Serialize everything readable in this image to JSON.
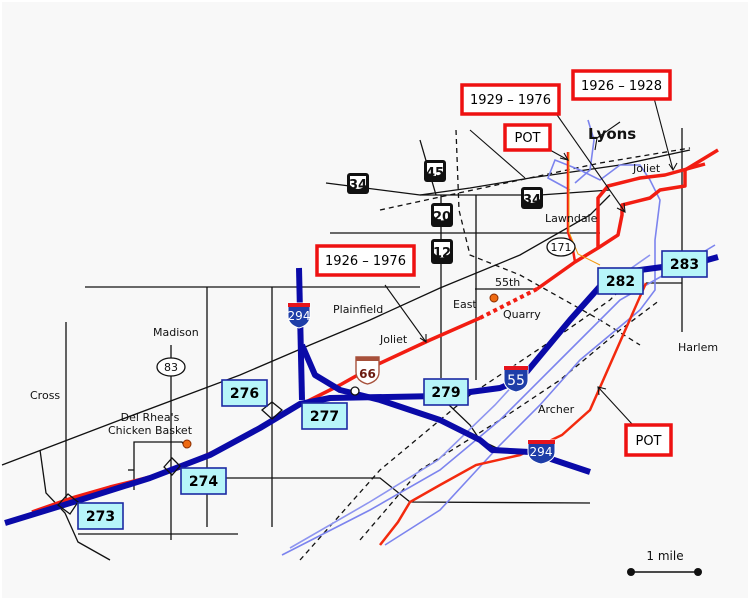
{
  "map": {
    "title_places": {
      "lyons": "Lyons"
    },
    "street_labels": {
      "joliet_north": "Joliet",
      "lawndale": "Lawndale",
      "fifty_fifth": "55th",
      "east": "East",
      "quarry": "Quarry",
      "plainfield": "Plainfield",
      "joliet_mid": "Joliet",
      "madison": "Madison",
      "cross": "Cross",
      "harlem": "Harlem",
      "archer": "Archer",
      "del_rheas_line1": "Del Rhea's",
      "del_rheas_line2": "Chicken Basket"
    },
    "era_callouts": [
      {
        "id": "pot_north",
        "label": "POT"
      },
      {
        "id": "era_1929_1976",
        "label": "1929 – 1976"
      },
      {
        "id": "era_1926_1928",
        "label": "1926 – 1928"
      },
      {
        "id": "era_1926_1976",
        "label": "1926 – 1976"
      },
      {
        "id": "pot_south",
        "label": "POT"
      }
    ],
    "us_routes": [
      "34",
      "45",
      "34",
      "20",
      "12"
    ],
    "state_routes": [
      "171",
      "83"
    ],
    "interstates": [
      "294",
      "55",
      "294"
    ],
    "historic_route": "66",
    "exits": [
      "273",
      "274",
      "276",
      "277",
      "279",
      "282",
      "283"
    ],
    "scale": {
      "label": "1 mile"
    },
    "colors": {
      "background": "#f8f8f8",
      "interstate": "#0a0aa8",
      "route66": "#f21d12",
      "river": "#7c84ee",
      "exit_fill": "#b7f5f9",
      "callout_border": "#ee1111",
      "poi": "#ee6a12"
    }
  }
}
